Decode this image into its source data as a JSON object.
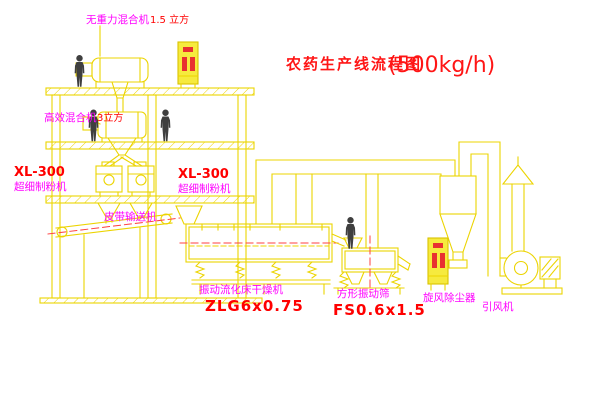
{
  "title": {
    "name": "农药生产线流程图",
    "capacity": "(500kg/h)"
  },
  "equipment": {
    "mixer_top": {
      "name": "无重力混合机",
      "spec": "1.5 立方"
    },
    "mixer_mid": {
      "name": "高效混合机",
      "spec": "3立方"
    },
    "mill_left": {
      "model": "XL-300",
      "name": "超细制粉机"
    },
    "mill_right": {
      "model": "XL-300",
      "name": "超细制粉机"
    },
    "belt_conveyor": {
      "name": "皮带输送机"
    },
    "fluid_bed_dryer": {
      "name": "振动流化床干燥机",
      "model": "ZLG6x0.75"
    },
    "vibrating_sieve": {
      "name": "方形振动筛",
      "model": "FS0.6x1.5"
    },
    "cyclone": {
      "name": "旋风除尘器"
    },
    "induced_draft_fan": {
      "name": "引风机"
    }
  },
  "colors": {
    "background": "#ffffff",
    "linework": "#ecd400",
    "label": "#ff00ff",
    "model_text": "#ff0000",
    "figure": "#3f3f3f"
  }
}
